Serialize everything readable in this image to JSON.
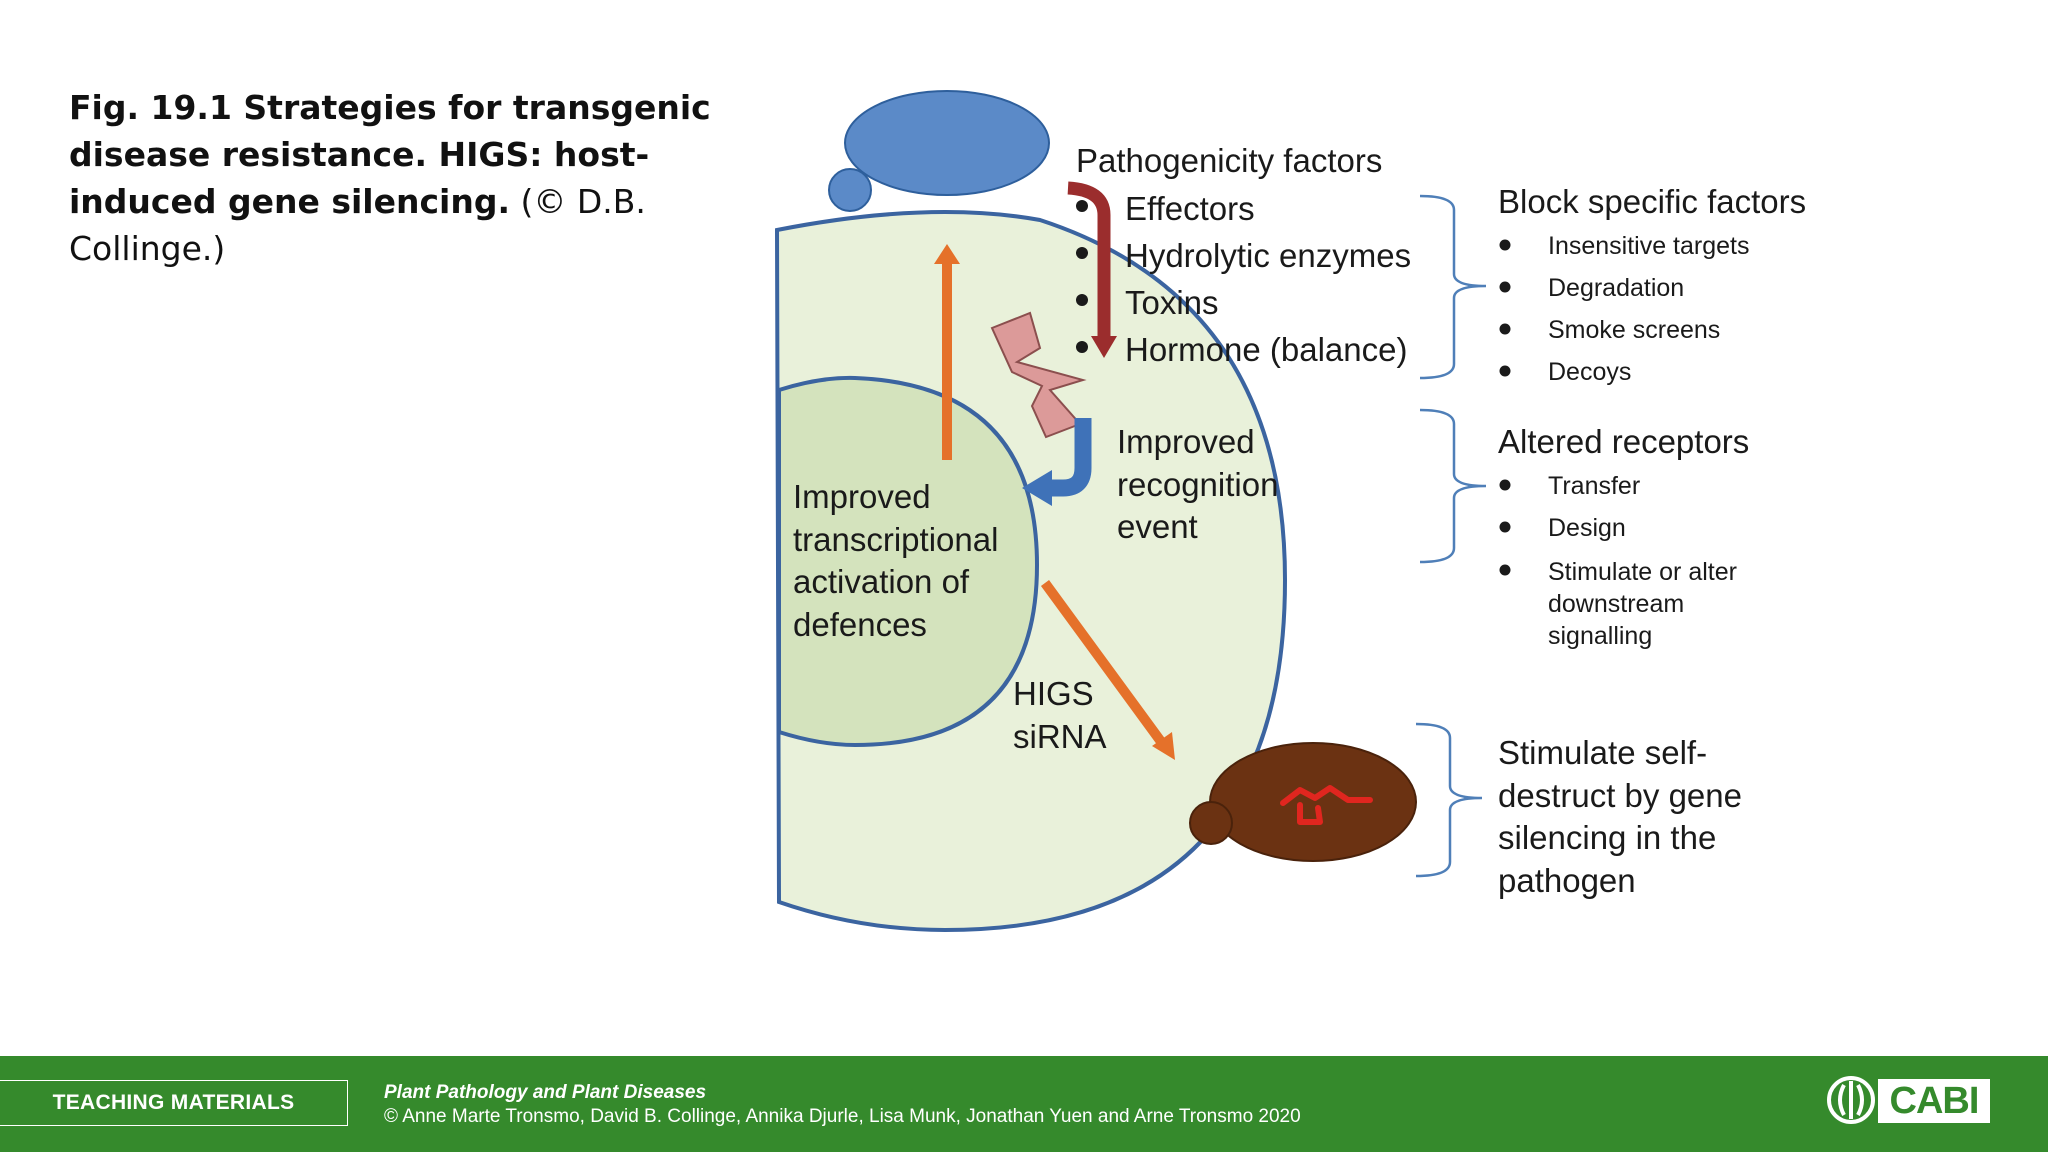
{
  "caption": {
    "bold": "Fig. 19.1 Strategies for transgenic disease resistance. HIGS: host-induced gene silencing.",
    "normal": "(© D.B. Collinge.)"
  },
  "diagram": {
    "pathogenicity": {
      "heading": "Pathogenicity factors",
      "items": [
        "Effectors",
        "Hydrolytic enzymes",
        "Toxins",
        "Hormone (balance)"
      ]
    },
    "recognition": [
      "Improved",
      "recognition",
      "event"
    ],
    "transcription": [
      "Improved",
      "transcriptional",
      "activation of",
      "defences"
    ],
    "higs": [
      "HIGS",
      "siRNA"
    ],
    "block": {
      "heading": "Block specific factors",
      "items": [
        "Insensitive targets",
        "Degradation",
        "Smoke screens",
        "Decoys"
      ]
    },
    "receptors": {
      "heading": "Altered receptors",
      "items": [
        "Transfer",
        "Design",
        "Stimulate or alter",
        "downstream",
        "signalling"
      ]
    },
    "self_destruct": [
      "Stimulate self-",
      "destruct by gene",
      "silencing in the",
      "pathogen"
    ]
  },
  "footer": {
    "teaching": "TEACHING MATERIALS",
    "book_title": "Plant Pathology and Plant Diseases",
    "copyright": "© Anne Marte Tronsmo, David B. Collinge, Annika Djurle, Lisa Munk, Jonathan Yuen and Arne Tronsmo 2020",
    "logo": "CABI"
  },
  "colors": {
    "cell_fill": "#e9f1da",
    "cell_stroke": "#3b64a0",
    "nucleus_fill": "#d4e3bd",
    "pathogen_blue": "#5b8ac8",
    "pathogen_brown": "#6b3212",
    "orange_arrow": "#e5712a",
    "dark_red_arrow": "#9b2d2d",
    "bracket": "#4f7fb8",
    "footer_green": "#358a2c"
  }
}
